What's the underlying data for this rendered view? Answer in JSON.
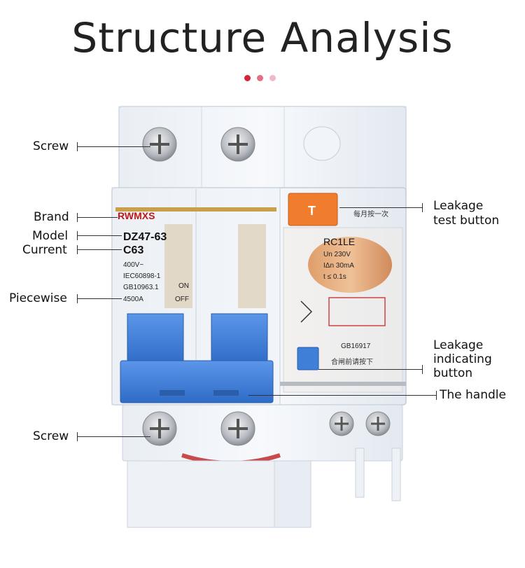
{
  "title": "Structure Analysis",
  "colors": {
    "dot1": "#d8213b",
    "dot2": "#e0708a",
    "dot3": "#f2b8c6",
    "handle": "#3f7fd8",
    "test_button": "#ef7d2d",
    "brand": "#c01818"
  },
  "labels": {
    "screw_top": "Screw",
    "brand": "Brand",
    "model": "Model",
    "current": "Current",
    "piecewise": "Piecewise",
    "screw_bottom": "Screw",
    "leakage_test_line1": "Leakage",
    "leakage_test_line2": "test button",
    "leakage_ind_line1": "Leakage",
    "leakage_ind_line2": "indicating",
    "leakage_ind_line3": "button",
    "handle": "The handle"
  },
  "device_text": {
    "brand": "RWMXS",
    "model": "DZ47-63",
    "current": "C63",
    "voltage": "400V~",
    "standard1": "IEC60898-1",
    "standard2": "GB10963.1",
    "breaking": "4500A",
    "on": "ON",
    "off": "OFF",
    "rcd_model": "RC1LE",
    "rcd_voltage": "Un 230V",
    "rcd_current": "IΔn 30mA",
    "rcd_time": "t ≤ 0.1s",
    "rcd_standard": "GB16917",
    "test_letter": "T",
    "test_note": "每月按一次",
    "reset_note": "合闸前请按下"
  }
}
